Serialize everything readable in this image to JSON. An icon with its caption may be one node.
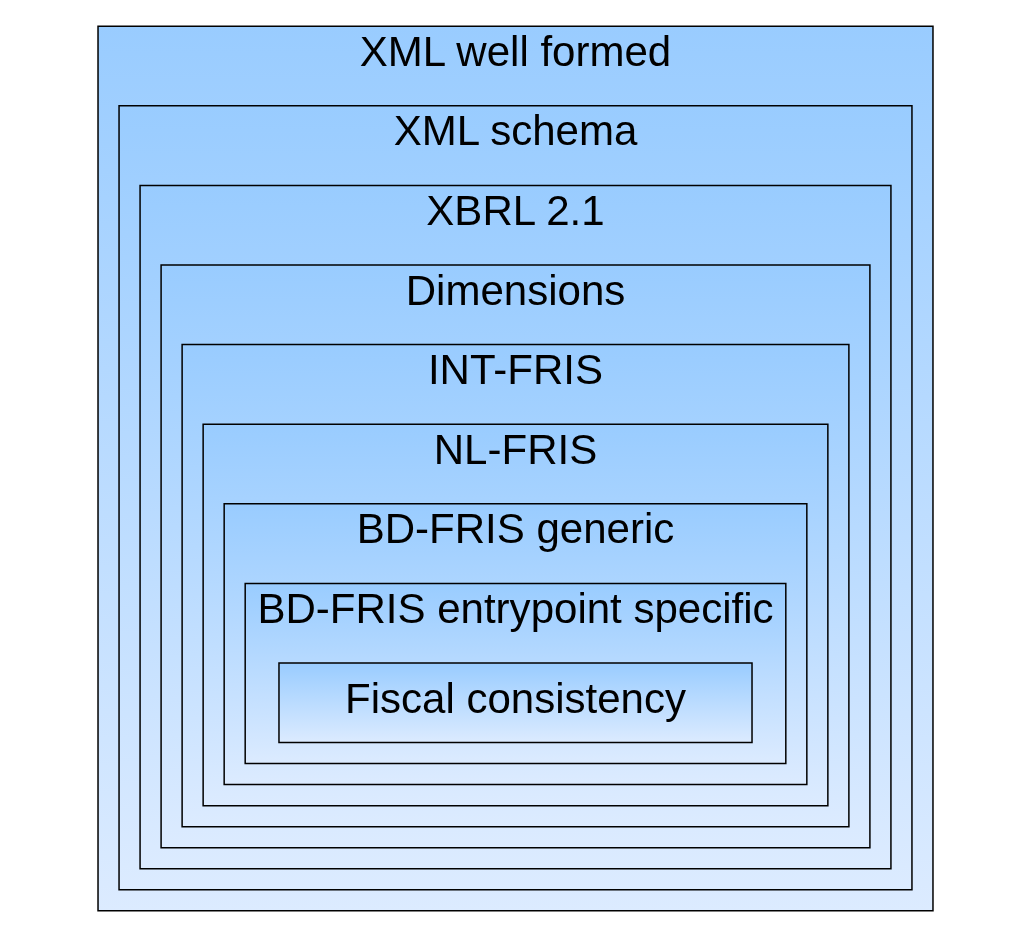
{
  "diagram": {
    "nodes": [
      {
        "text": [
          "XML well formed"
        ]
      },
      {
        "text": [
          "XML schema"
        ],
        "in": 0
      },
      {
        "text": [
          "XBRL 2.1"
        ],
        "in": 1
      },
      {
        "text": [
          "Dimensions"
        ],
        "in": 2
      },
      {
        "text": [
          "INT-FRIS"
        ],
        "in": 3
      },
      {
        "text": [
          "NL-FRIS"
        ],
        "in": 4
      },
      {
        "text": [
          "BD-FRIS generic"
        ],
        "in": 5
      },
      {
        "text": [
          "BD-FRIS entrypoint specific"
        ],
        "in": 6
      },
      {
        "text": [
          "Fiscal consistency"
        ],
        "in": 7
      }
    ]
  }
}
